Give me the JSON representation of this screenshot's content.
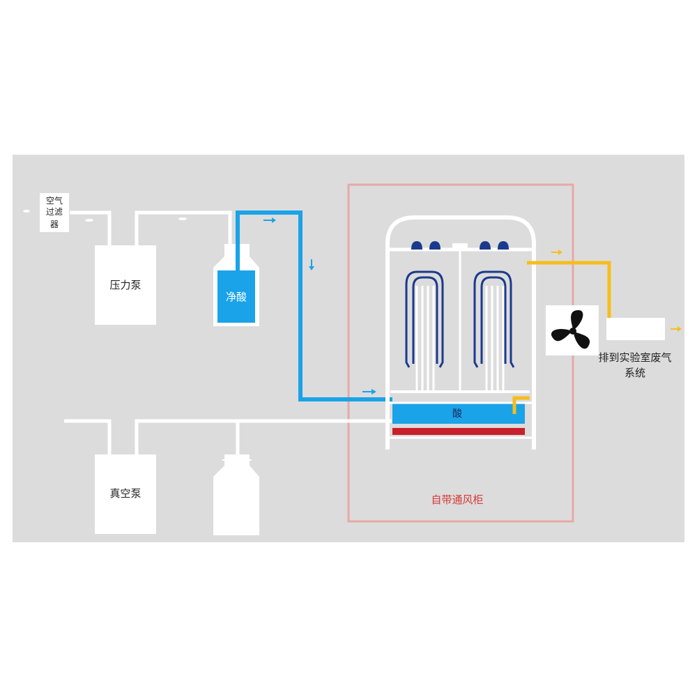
{
  "labels": {
    "air_filter": [
      "空气",
      "过滤",
      "器"
    ],
    "pressure_pump": "压力泵",
    "clean_acid": "净酸",
    "vacuum_pump": "真空泵",
    "acid": "酸",
    "fume_hood": "自带通风柜",
    "exhaust_system": [
      "排到实验室废气",
      "系统"
    ]
  },
  "colors": {
    "panel_background": "#dcdcdc",
    "pipe_white": "#ffffff",
    "acid_blue": "#1aa3e8",
    "exhaust_yellow": "#f6be1b",
    "hood_border": "#e8a8a8",
    "hood_label": "#d63a3a",
    "heater_red": "#c8202a",
    "coil_navy": "#1b3a8c",
    "fan_black": "#111111"
  },
  "icons": {
    "fan": "fan-icon",
    "flow_arrow": "arrow-icon"
  }
}
